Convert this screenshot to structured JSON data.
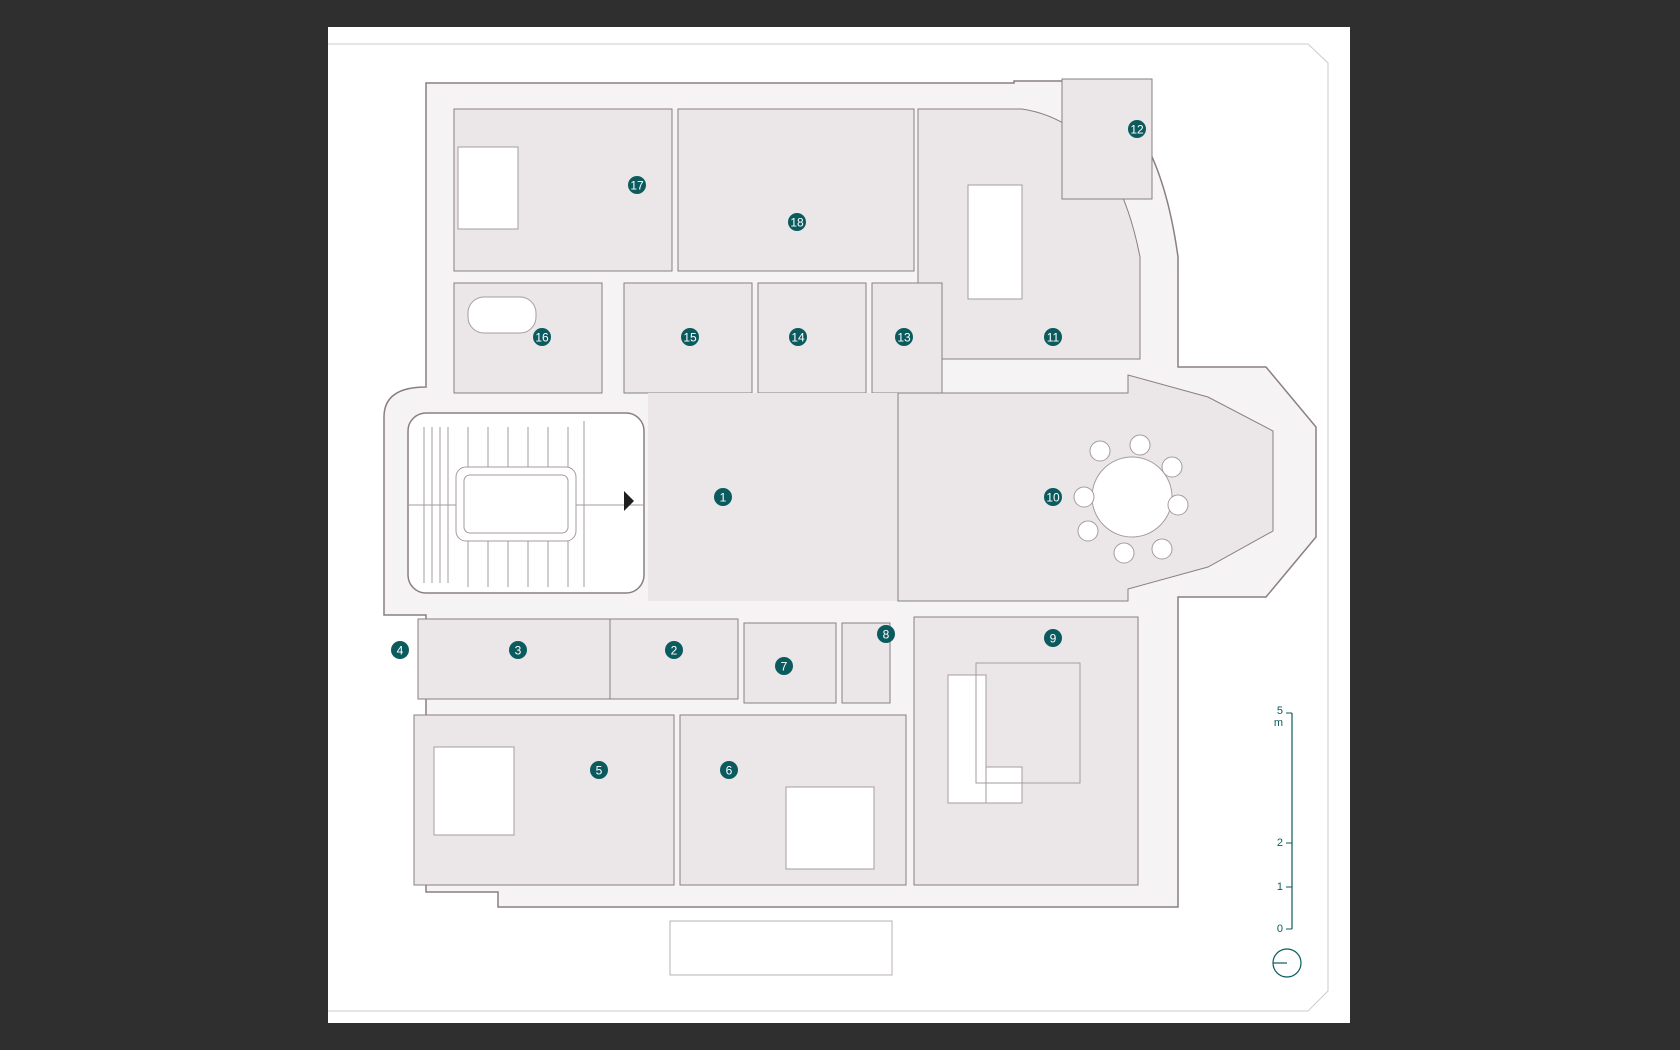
{
  "colors": {
    "viewer_bg": "#2f2f2f",
    "sheet_bg": "#ffffff",
    "floor": "#ebe7e9",
    "wall_fill": "#f6f3f4",
    "wall_stroke": "#8a7f80",
    "line": "#a69c9d",
    "accent": "#0b5b5e"
  },
  "rooms": [
    {
      "id": "1",
      "label": "1"
    },
    {
      "id": "2",
      "label": "2"
    },
    {
      "id": "3",
      "label": "3"
    },
    {
      "id": "4",
      "label": "4"
    },
    {
      "id": "5",
      "label": "5"
    },
    {
      "id": "6",
      "label": "6"
    },
    {
      "id": "7",
      "label": "7"
    },
    {
      "id": "8",
      "label": "8"
    },
    {
      "id": "9",
      "label": "9"
    },
    {
      "id": "10",
      "label": "10"
    },
    {
      "id": "11",
      "label": "11"
    },
    {
      "id": "12",
      "label": "12"
    },
    {
      "id": "13",
      "label": "13"
    },
    {
      "id": "14",
      "label": "14"
    },
    {
      "id": "15",
      "label": "15"
    },
    {
      "id": "16",
      "label": "16"
    },
    {
      "id": "17",
      "label": "17"
    },
    {
      "id": "18",
      "label": "18"
    }
  ],
  "scale_bar": {
    "labels": [
      "0",
      "1",
      "2",
      "5"
    ],
    "unit": "m"
  },
  "icons": {
    "entrance": "entrance-arrow-icon",
    "north": "north-arrow-icon"
  }
}
